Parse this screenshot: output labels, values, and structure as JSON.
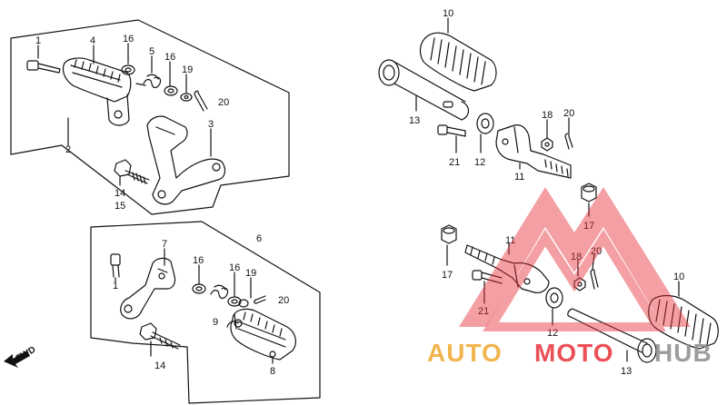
{
  "diagram": {
    "callouts": {
      "c1a": "1",
      "c4": "4",
      "c16a": "16",
      "c5": "5",
      "c16b": "16",
      "c19a": "19",
      "c20a": "20",
      "c2": "2",
      "c3": "3",
      "c14a": "14",
      "c15": "15",
      "c6": "6",
      "c7": "7",
      "c1b": "1",
      "c16c": "16",
      "c16d": "16",
      "c19b": "19",
      "c20b": "20",
      "c9": "9",
      "c14b": "14",
      "c8": "8",
      "c10a": "10",
      "c13a": "13",
      "c18a": "18",
      "c20c": "20",
      "c21a": "21",
      "c12a": "12",
      "c11a": "11",
      "c17a": "17",
      "c17b": "17",
      "c11b": "11",
      "c18b": "18",
      "c20d": "20",
      "c21b": "21",
      "c12b": "12",
      "c10b": "10",
      "c13b": "13"
    },
    "fwd_label": "FWD"
  },
  "watermark": {
    "part1": "AUTO",
    "part2": "MOTO",
    "part3": "HUB",
    "colors": {
      "orange": "#f0a830",
      "red": "#e8323a",
      "gray": "#8c8c8c"
    }
  }
}
